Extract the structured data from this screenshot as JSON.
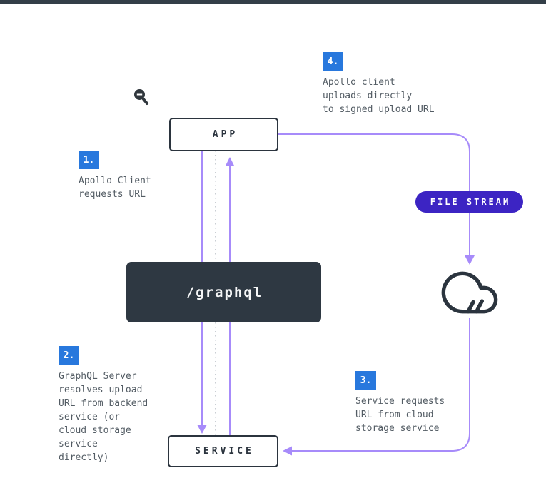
{
  "colors": {
    "accent_purple": "#a78bfa",
    "badge_blue": "#2878dd",
    "dark_slate": "#2e3842",
    "pill_indigo": "#3c24c3",
    "text_gray": "#535c64"
  },
  "nodes": {
    "app": {
      "label": "APP"
    },
    "graphql": {
      "label": "/graphql"
    },
    "service": {
      "label": "SERVICE"
    },
    "file_stream": {
      "label": "FILE STREAM"
    }
  },
  "steps": [
    {
      "number": "1.",
      "text": "Apollo Client\nrequests URL"
    },
    {
      "number": "2.",
      "text": "GraphQL Server\nresolves upload\nURL from backend\nservice (or\ncloud storage\nservice\ndirectly)"
    },
    {
      "number": "3.",
      "text": "Service requests\nURL from cloud\nstorage service"
    },
    {
      "number": "4.",
      "text": "Apollo client\nuploads directly\nto signed upload URL"
    }
  ],
  "icons": {
    "cloud": "cloud-storage",
    "cursor": "zoom-out-magnifier"
  }
}
